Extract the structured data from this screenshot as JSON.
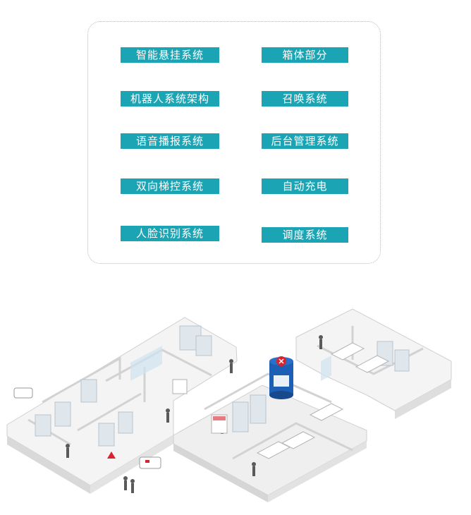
{
  "features": {
    "left": [
      "智能悬挂系统",
      "机器人系统架构",
      "语音播报系统",
      "双向梯控系统",
      "人脸识别系统"
    ],
    "right": [
      "箱体部分",
      "召唤系统",
      "后台管理系统",
      "自动充电",
      "调度系统"
    ]
  },
  "colors": {
    "accent": "#1aa4b4",
    "floor": "#e9e9e9",
    "wall": "#f7f7f7",
    "robot_blue": "#1d5fb4",
    "robot_red": "#d9232e"
  },
  "icons": {
    "robot_badge": "red-cross-icon"
  }
}
